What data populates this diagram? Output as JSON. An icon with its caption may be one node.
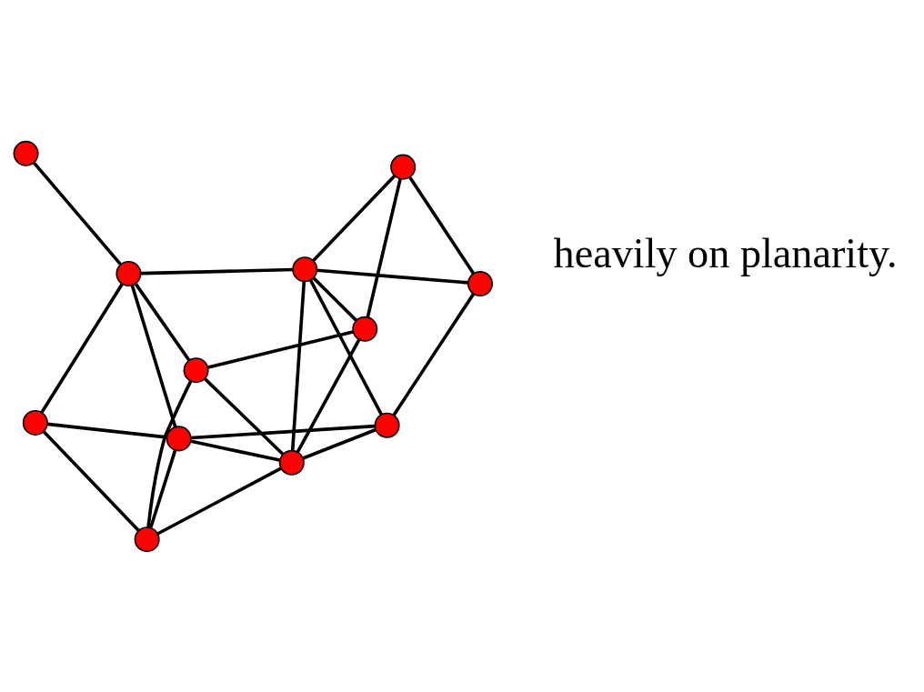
{
  "diagram": {
    "nodes": [
      {
        "text": [],
        "shape": "circle"
      },
      {
        "text": [],
        "shape": "circle"
      },
      {
        "text": [],
        "shape": "circle"
      },
      {
        "text": [],
        "shape": "circle"
      },
      {
        "text": [],
        "shape": "circle"
      },
      {
        "text": [],
        "shape": "circle"
      },
      {
        "text": [],
        "shape": "circle"
      },
      {
        "text": [],
        "shape": "circle"
      },
      {
        "text": [],
        "shape": "circle"
      },
      {
        "text": [],
        "shape": "circle"
      },
      {
        "text": [],
        "shape": "circle"
      },
      {
        "text": [],
        "shape": "circle"
      }
    ],
    "edges": [
      {
        "from": 0,
        "to": 3,
        "arrow": "none"
      },
      {
        "from": 1,
        "to": 4,
        "arrow": "none"
      },
      {
        "from": 1,
        "to": 5,
        "arrow": "none"
      },
      {
        "from": 1,
        "to": 2,
        "arrow": "none"
      },
      {
        "from": 2,
        "to": 5,
        "arrow": "none"
      },
      {
        "from": 2,
        "to": 7,
        "arrow": "none"
      },
      {
        "from": 2,
        "to": 6,
        "arrow": "none"
      },
      {
        "from": 4,
        "to": 5,
        "arrow": "none"
      },
      {
        "from": 4,
        "to": 9,
        "arrow": "none"
      },
      {
        "from": 5,
        "to": 3,
        "arrow": "none"
      },
      {
        "from": 5,
        "to": 7,
        "arrow": "none"
      },
      {
        "from": 5,
        "to": 9,
        "arrow": "none"
      },
      {
        "from": 7,
        "to": 9,
        "arrow": "none"
      },
      {
        "from": 7,
        "to": 6,
        "arrow": "none"
      },
      {
        "from": 7,
        "to": 10,
        "arrow": "none"
      },
      {
        "from": 7,
        "to": 11,
        "arrow": "none"
      },
      {
        "from": 9,
        "to": 11,
        "arrow": "none"
      },
      {
        "from": 3,
        "to": 6,
        "arrow": "none"
      },
      {
        "from": 3,
        "to": 11,
        "arrow": "none"
      },
      {
        "from": 3,
        "to": 8,
        "arrow": "none"
      },
      {
        "from": 6,
        "to": 8,
        "arrow": "none"
      },
      {
        "from": 6,
        "to": 10,
        "arrow": "none"
      },
      {
        "from": 10,
        "to": 8,
        "arrow": "none"
      },
      {
        "from": 10,
        "to": 11,
        "arrow": "none"
      }
    ],
    "labels": [
      "heavily on planarity."
    ]
  }
}
